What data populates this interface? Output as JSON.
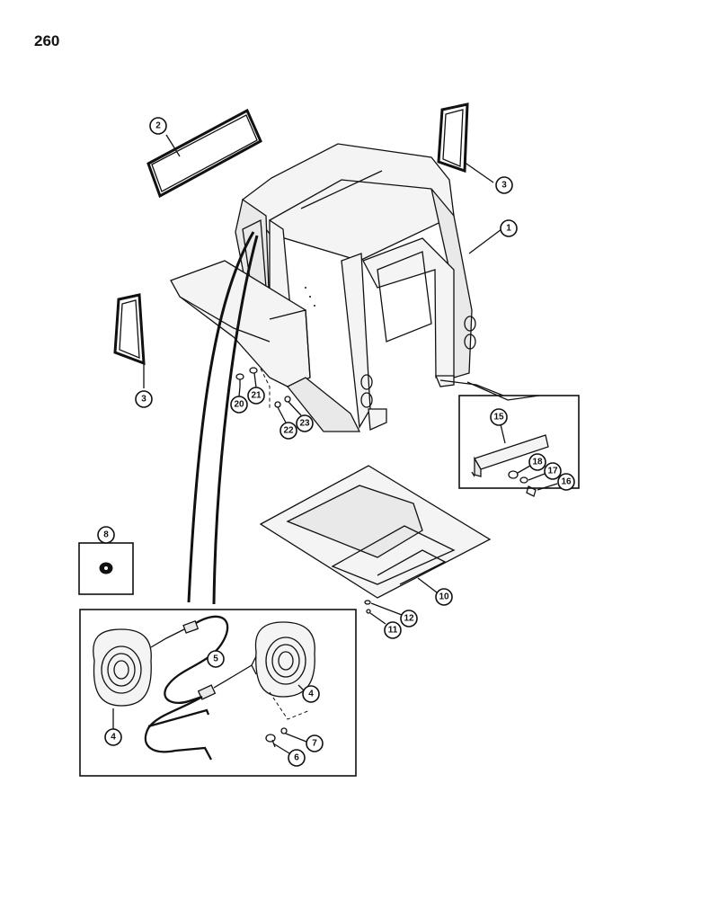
{
  "page": {
    "number": "260"
  },
  "callouts": {
    "c1": "1",
    "c2": "2",
    "c3a": "3",
    "c3b": "3",
    "c4a": "4",
    "c4b": "4",
    "c5": "5",
    "c6": "6",
    "c7": "7",
    "c8": "8",
    "c10": "10",
    "c11": "11",
    "c12": "12",
    "c15": "15",
    "c16": "16",
    "c17": "17",
    "c18": "18",
    "c20": "20",
    "c21": "21",
    "c22": "22",
    "c23": "23"
  }
}
